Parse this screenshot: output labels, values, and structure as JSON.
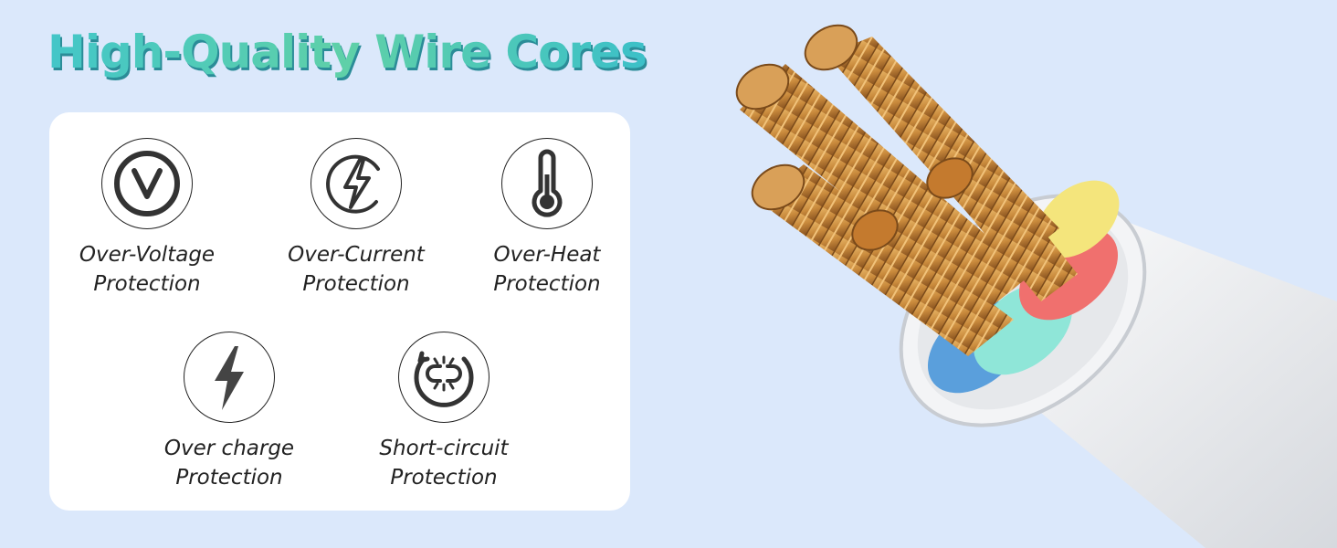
{
  "title": "High-Quality Wire Cores",
  "features": [
    {
      "line1": "Over-Voltage",
      "line2": "Protection",
      "icon": "voltage-v-icon"
    },
    {
      "line1": "Over-Current",
      "line2": "Protection",
      "icon": "lightning-outline-icon"
    },
    {
      "line1": "Over-Heat",
      "line2": "Protection",
      "icon": "thermometer-icon"
    },
    {
      "line1": "Over charge",
      "line2": "Protection",
      "icon": "lightning-bolt-icon"
    },
    {
      "line1": "Short-circuit",
      "line2": "Protection",
      "icon": "short-circuit-icon"
    }
  ],
  "colors": {
    "background": "#dbe8fb",
    "title_gradient_start": "#43c6c8",
    "title_gradient_end": "#5fd0a8",
    "wire_red": "#f0706e",
    "wire_yellow": "#f4e57c",
    "wire_teal": "#8fe6d8",
    "wire_blue": "#5a9fdc",
    "copper": "#c98a3c"
  }
}
